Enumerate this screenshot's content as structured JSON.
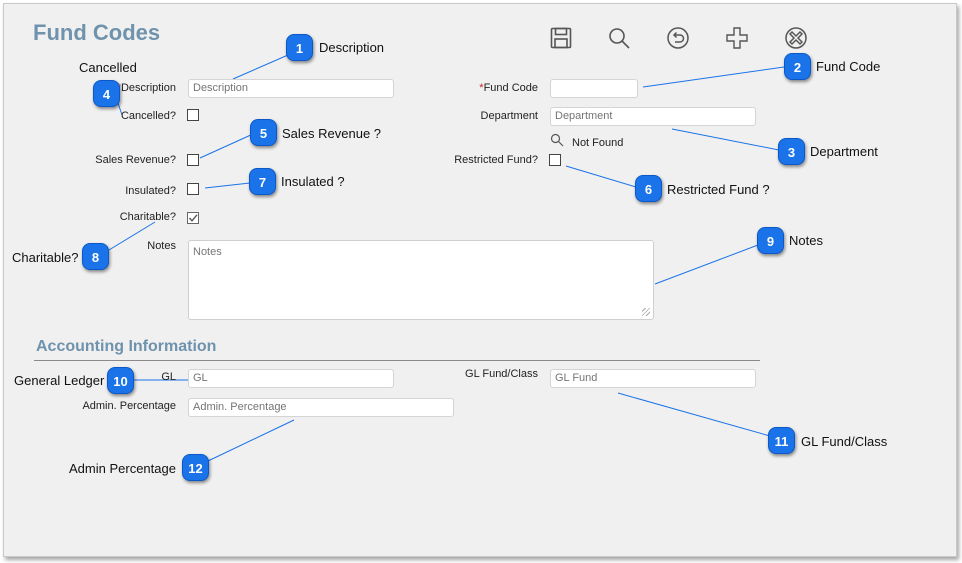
{
  "form": {
    "title": "Fund Codes",
    "cancelled_caption": "Cancelled",
    "labels": {
      "description": "Description",
      "cancelled": "Cancelled?",
      "sales_revenue": "Sales Revenue?",
      "insulated": "Insulated?",
      "charitable": "Charitable?",
      "notes": "Notes",
      "fund_code": "Fund Code",
      "department": "Department",
      "restricted_fund": "Restricted Fund?"
    },
    "placeholders": {
      "description": "Description",
      "fund_code": "",
      "department": "Department",
      "notes": "Notes"
    },
    "not_found": "Not Found",
    "checkboxes": {
      "cancelled": false,
      "sales_revenue": false,
      "insulated": false,
      "charitable": true,
      "restricted_fund": false
    }
  },
  "toolbar": {
    "icons": [
      "save-icon",
      "search-icon",
      "undo-icon",
      "add-icon",
      "cancel-icon"
    ]
  },
  "accounting": {
    "title": "Accounting Information",
    "labels": {
      "gl": "GL",
      "admin_percentage": "Admin. Percentage",
      "gl_fund_class": "GL Fund/Class"
    },
    "placeholders": {
      "gl": "GL",
      "admin_percentage": "Admin. Percentage",
      "gl_fund_class": "GL Fund"
    }
  },
  "callouts": [
    {
      "number": "1",
      "label": "Description"
    },
    {
      "number": "2",
      "label": "Fund Code"
    },
    {
      "number": "3",
      "label": "Department"
    },
    {
      "number": "4",
      "label": ""
    },
    {
      "number": "5",
      "label": "Sales Revenue ?"
    },
    {
      "number": "6",
      "label": "Restricted Fund ?"
    },
    {
      "number": "7",
      "label": "Insulated ?"
    },
    {
      "number": "8",
      "label": "Charitable?"
    },
    {
      "number": "9",
      "label": "Notes"
    },
    {
      "number": "10",
      "label": "General Ledger"
    },
    {
      "number": "11",
      "label": "GL Fund/Class"
    },
    {
      "number": "12",
      "label": "Admin Percentage"
    }
  ],
  "colors": {
    "accent": "#6f92ad",
    "badge": "#1a73e8",
    "required": "#d21c1c"
  }
}
